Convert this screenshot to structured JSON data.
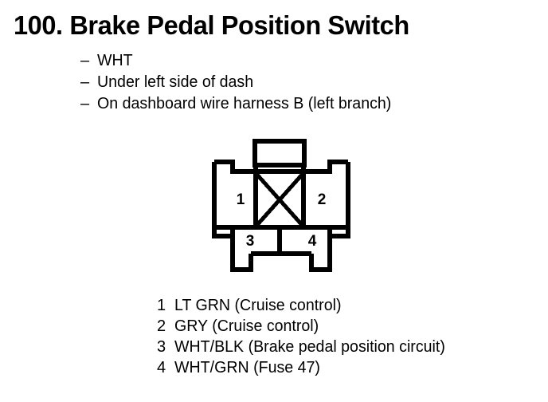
{
  "page": {
    "title": "100. Brake Pedal Position Switch",
    "background_color": "#ffffff",
    "ink_color": "#000000"
  },
  "descriptors": [
    {
      "dash": "–",
      "text": "WHT"
    },
    {
      "dash": "–",
      "text": "Under left side of dash"
    },
    {
      "dash": "–",
      "text": "On dashboard wire harness B (left branch)"
    }
  ],
  "connector": {
    "type": "4-cavity-connector-face-view",
    "cavities": [
      {
        "number": "1",
        "row": "top",
        "side": "left"
      },
      {
        "number": "2",
        "row": "top",
        "side": "right"
      },
      {
        "number": "3",
        "row": "bottom",
        "side": "left"
      },
      {
        "number": "4",
        "row": "bottom",
        "side": "right"
      }
    ],
    "center_cell": {
      "marking": "X",
      "meaning": "blocked-unused-cavity"
    },
    "top_tab": "locking-tab"
  },
  "pin_legend": [
    {
      "number": "1",
      "label": "LT GRN (Cruise control)"
    },
    {
      "number": "2",
      "label": "GRY (Cruise control)"
    },
    {
      "number": "3",
      "label": "WHT/BLK (Brake pedal position circuit)"
    },
    {
      "number": "4",
      "label": "WHT/GRN (Fuse 47)"
    }
  ]
}
